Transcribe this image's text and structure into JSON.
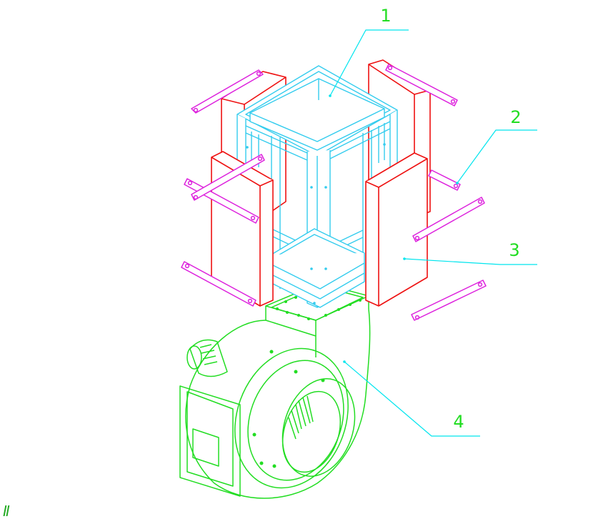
{
  "diagram": {
    "callouts": [
      {
        "id": "1",
        "label": "1",
        "color": "#00e5ee"
      },
      {
        "id": "2",
        "label": "2",
        "color": "#00e5ee"
      },
      {
        "id": "3",
        "label": "3",
        "color": "#00e5ee"
      },
      {
        "id": "4",
        "label": "4",
        "color": "#00e5ee"
      }
    ],
    "corner_mark": "Ⅱ",
    "colors": {
      "frame": "#33ccee",
      "panels": "#ee1111",
      "straps": "#dd22dd",
      "fan": "#22dd22",
      "leader": "#00e5ee",
      "label": "#22dd22",
      "corner_mark": "#22aa22"
    }
  }
}
